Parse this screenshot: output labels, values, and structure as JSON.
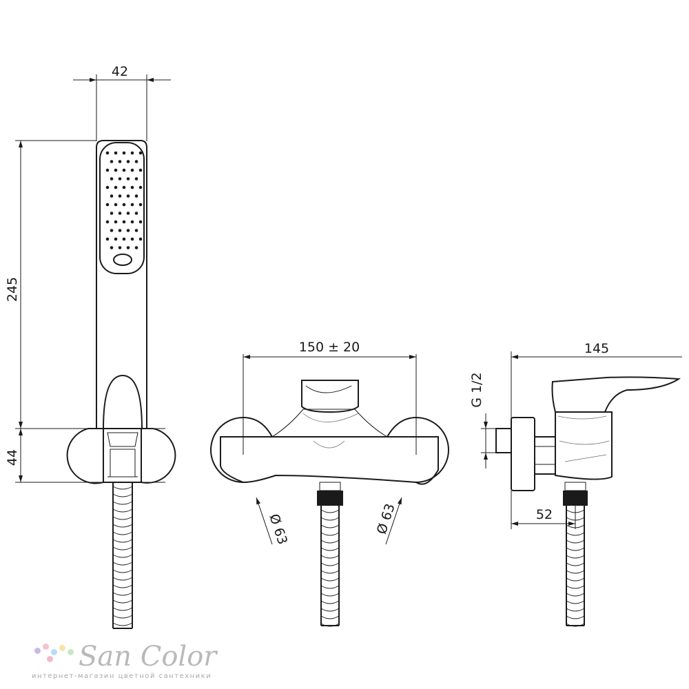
{
  "dimensions": {
    "handshower_width": "42",
    "handshower_height": "245",
    "holder_height": "44",
    "center_distance": "150 ± 20",
    "flange_left_diameter": "Ø 63",
    "flange_right_diameter": "Ø 63",
    "thread_size": "G 1/2",
    "depth": "145",
    "outlet_offset": "52"
  },
  "brand": {
    "name": "San Color",
    "tagline": "интернет-магазин цветной сантехники",
    "dot_colors": [
      "#c9b8e8",
      "#f3c2d6",
      "#b9dcf3",
      "#f6e3a6",
      "#c7e8c2",
      "#f2b9c9"
    ]
  }
}
